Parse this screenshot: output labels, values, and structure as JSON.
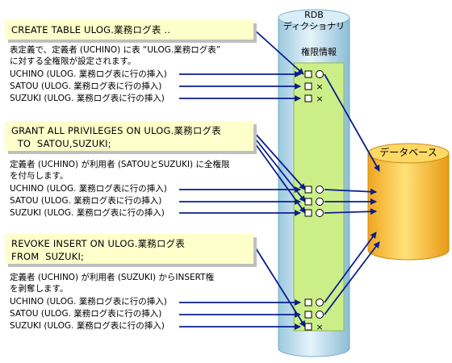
{
  "dictionary": {
    "line1": "RDB",
    "line2": "ディクショナリ",
    "info_label": "権限情報"
  },
  "database": {
    "label": "データベース"
  },
  "sections": [
    {
      "sql": [
        "CREATE TABLE ULOG.業務ログ表 ‥"
      ],
      "desc": [
        "表定義で、定義者 (UCHINO) に表 “ULOG.業務ログ表”",
        "に対する全権限が設定されます。"
      ],
      "users": [
        {
          "text": "UCHINO (ULOG. 業務ログ表に行の挿入)",
          "grant": true
        },
        {
          "text": "SATOU (ULOG. 業務ログ表に行の挿入)",
          "grant": false
        },
        {
          "text": "SUZUKI (ULOG. 業務ログ表に行の挿入)",
          "grant": false
        }
      ]
    },
    {
      "sql": [
        "GRANT ALL PRIVILEGES ON ULOG.業務ログ表",
        "  TO  SATOU,SUZUKI;"
      ],
      "desc": [
        "定義者 (UCHINO) が利用者 (SATOUとSUZUKI) に全権限",
        "を付与します。"
      ],
      "users": [
        {
          "text": "UCHINO (ULOG. 業務ログ表に行の挿入)",
          "grant": true
        },
        {
          "text": "SATOU (ULOG. 業務ログ表に行の挿入)",
          "grant": true
        },
        {
          "text": "SUZUKI (ULOG. 業務ログ表に行の挿入)",
          "grant": true
        }
      ]
    },
    {
      "sql": [
        "REVOKE  INSERT  ON ULOG.業務ログ表",
        "FROM  SUZUKI;"
      ],
      "desc": [
        "定義者 (UCHINO) が利用者 (SUZUKI) からINSERT権",
        "を剥奪します。"
      ],
      "users": [
        {
          "text": "UCHINO (ULOG. 業務ログ表に行の挿入)",
          "grant": true
        },
        {
          "text": "SATOU (ULOG. 業務ログ表に行の挿入)",
          "grant": true
        },
        {
          "text": "SUZUKI (ULOG. 業務ログ表に行の挿入)",
          "grant": false
        }
      ]
    }
  ],
  "colors": {
    "sql_box": "#ffffcc",
    "dictionary_cylinder": "#bfe0f0",
    "privilege_panel": "#ccee88",
    "database_cylinder": "#ffcc44",
    "arrow": "#0a1f8f"
  }
}
